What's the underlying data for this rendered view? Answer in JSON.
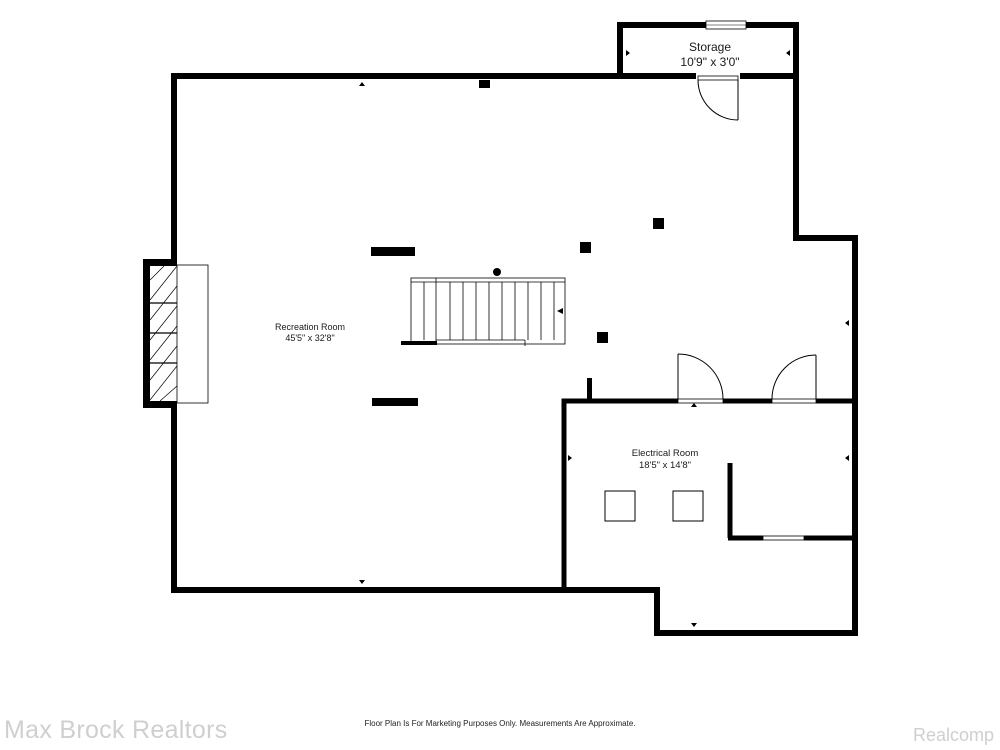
{
  "rooms": {
    "storage": {
      "name": "Storage",
      "dims": "10'9\" x 3'0\""
    },
    "recreation": {
      "name": "Recreation Room",
      "dims": "45'5\" x 32'8\""
    },
    "electrical": {
      "name": "Electrical Room",
      "dims": "18'5\" x 14'8\""
    }
  },
  "footer": {
    "brand": "Max Brock Realtors",
    "disclaimer": "Floor Plan Is For Marketing Purposes Only. Measurements Are Approximate.",
    "mls": "Realcomp"
  },
  "colors": {
    "wall": "#000000",
    "background": "#ffffff",
    "watermark": "#cfcfcf"
  }
}
